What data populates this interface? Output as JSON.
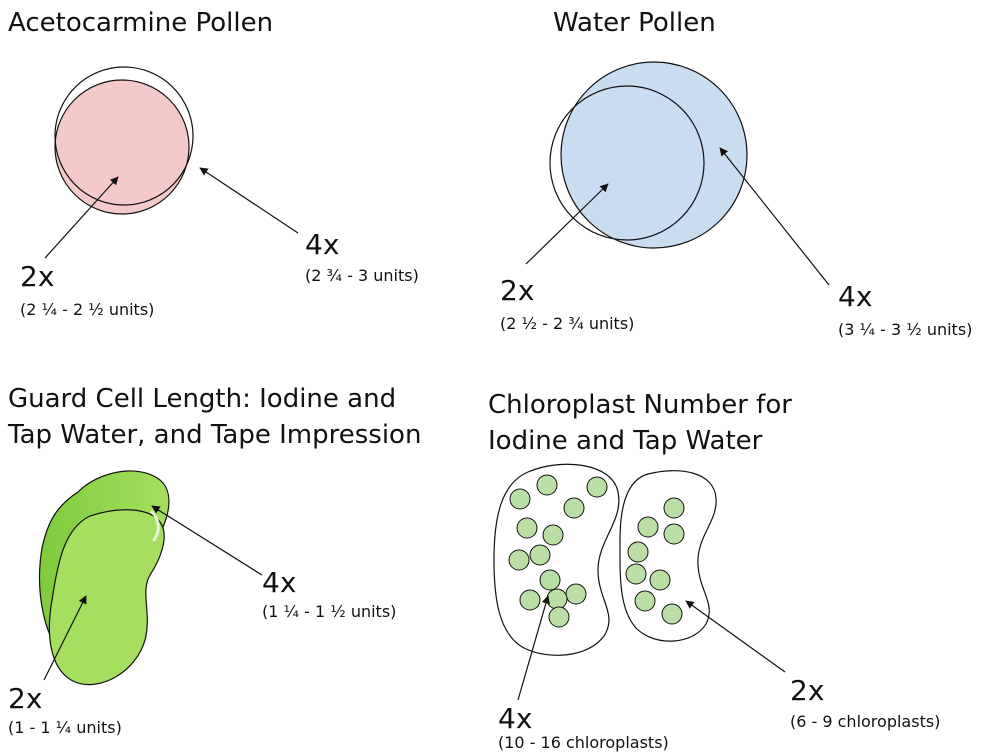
{
  "panels": {
    "acetocarmine": {
      "title": "Acetocarmine Pollen",
      "low": {
        "mag": "2x",
        "range": "(2 ¼ - 2 ½ units)"
      },
      "high": {
        "mag": "4x",
        "range": "(2 ¾ - 3 units)"
      }
    },
    "water": {
      "title": "Water Pollen",
      "low": {
        "mag": "2x",
        "range": "(2 ½ - 2 ¾ units)"
      },
      "high": {
        "mag": "4x",
        "range": "(3 ¼ - 3 ½ units)"
      }
    },
    "guard_cell": {
      "title_line1": "Guard Cell Length: Iodine and",
      "title_line2": "Tap Water, and Tape Impression",
      "low": {
        "mag": "2x",
        "range": "(1 - 1 ¼ units)"
      },
      "high": {
        "mag": "4x",
        "range": "(1 ¼ - 1 ½ units)"
      }
    },
    "chloroplast": {
      "title_line1": "Chloroplast Number for",
      "title_line2": "Iodine and Tap Water",
      "low": {
        "mag": "2x",
        "range": "(6 - 9 chloroplasts)"
      },
      "high": {
        "mag": "4x",
        "range": "(10 - 16 chloroplasts)"
      }
    }
  },
  "colors": {
    "acetocarmine_fill": "#f4c9c9",
    "water_fill": "#c9ddf0",
    "guard_cell_fill": "#a6df5f",
    "chloroplast_fill": "#b9dfa6"
  }
}
